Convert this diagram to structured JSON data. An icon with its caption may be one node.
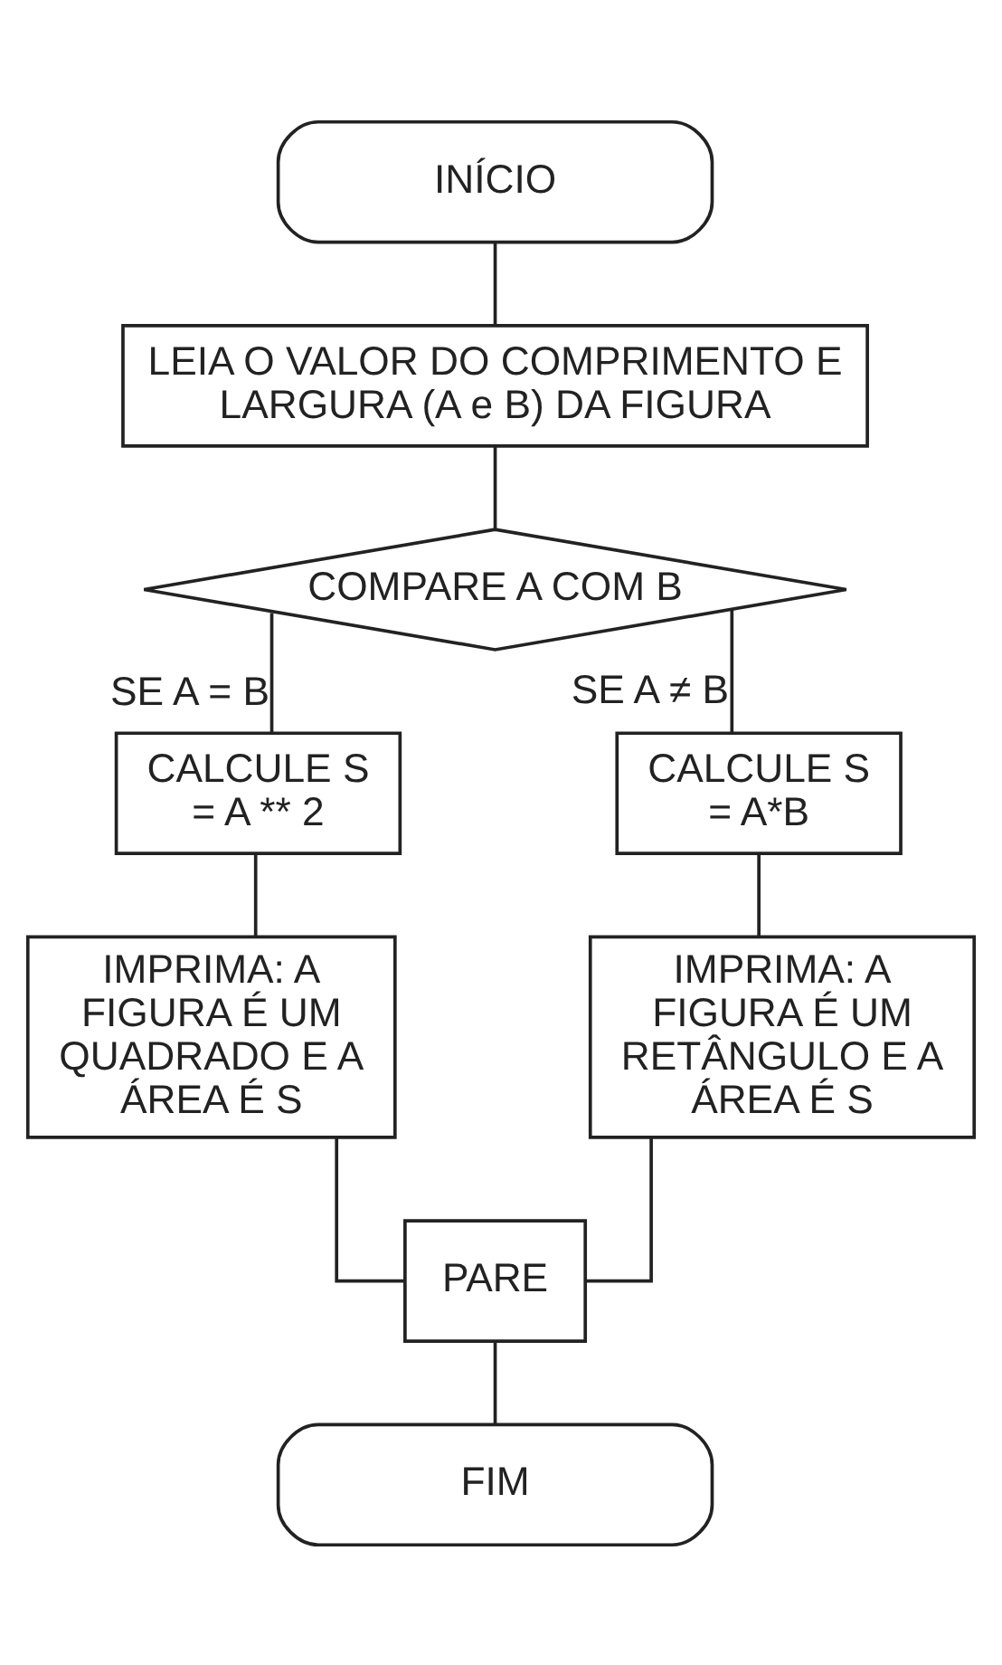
{
  "diagram": {
    "nodes": [
      {
        "text": [
          "INÍCIO"
        ]
      },
      {
        "text": [
          "LEIA O VALOR DO COMPRIMENTO E LARGURA (A e B) DA FIGURA"
        ]
      },
      {
        "text": [
          "COMPARE A COM B"
        ]
      },
      {
        "text": [
          "CALCULE S = A ** 2"
        ]
      },
      {
        "text": [
          "CALCULE S = A*B"
        ]
      },
      {
        "text": [
          "IMPRIMA: A FIGURA É UM QUADRADO E A ÁREA É S"
        ]
      },
      {
        "text": [
          "IMPRIMA: A FIGURA É UM RETÂNGULO E A ÁREA É S"
        ]
      },
      {
        "text": [
          "PARE"
        ]
      },
      {
        "text": [
          "FIM"
        ]
      }
    ],
    "edges": [
      {
        "from": 0,
        "to": 1,
        "arrow": "none"
      },
      {
        "from": 1,
        "to": 2,
        "arrow": "none"
      },
      {
        "from": 2,
        "to": 3,
        "arrow": "none",
        "label": "SE A = B"
      },
      {
        "from": 2,
        "to": 4,
        "arrow": "none",
        "label": "SE A ≠ B"
      },
      {
        "from": 3,
        "to": 5,
        "arrow": "none"
      },
      {
        "from": 4,
        "to": 6,
        "arrow": "none"
      },
      {
        "from": 5,
        "to": 7,
        "arrow": "none"
      },
      {
        "from": 6,
        "to": 7,
        "arrow": "none"
      },
      {
        "from": 7,
        "to": 8,
        "arrow": "none"
      }
    ]
  }
}
